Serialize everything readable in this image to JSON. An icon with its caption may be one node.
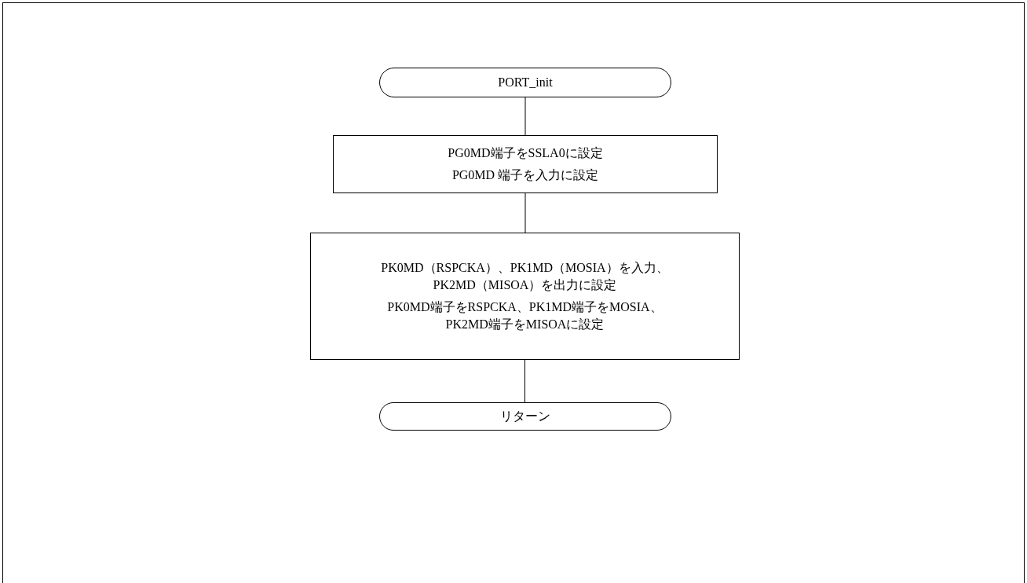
{
  "diagram": {
    "nodes": [
      {
        "text": [
          "PORT_init"
        ]
      },
      {
        "text": [
          "PG0MD端子をSSLA0に設定",
          "PG0MD 端子を入力に設定"
        ]
      },
      {
        "text": [
          "PK0MD（RSPCKA）、PK1MD（MOSIA）を入力、PK2MD（MISOA）を出力に設定",
          "PK0MD端子をRSPCKA、PK1MD端子をMOSIA、PK2MD端子をMISOAに設定"
        ]
      },
      {
        "text": [
          "リターン"
        ]
      }
    ],
    "edges": [
      {
        "from": 0,
        "to": 1,
        "arrow": "none"
      },
      {
        "from": 1,
        "to": 2,
        "arrow": "none"
      },
      {
        "from": 2,
        "to": 3,
        "arrow": "none"
      }
    ]
  }
}
